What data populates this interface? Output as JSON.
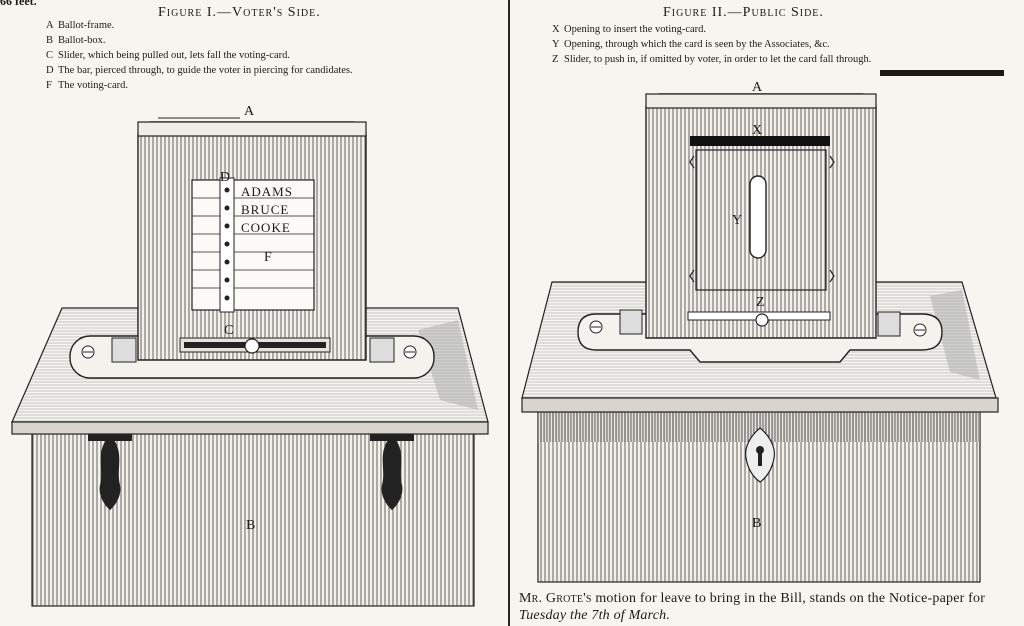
{
  "corner_text": "66 feet.",
  "figure1": {
    "title": "Figure I.—Voter's Side.",
    "legend": [
      {
        "key": "A",
        "text": "Ballot-frame."
      },
      {
        "key": "B",
        "text": "Ballot-box."
      },
      {
        "key": "C",
        "text": "Slider, which being pulled out, lets fall the voting-card."
      },
      {
        "key": "D",
        "text": "The bar, pierced through, to guide the voter in piercing for candidates."
      },
      {
        "key": "F",
        "text": "The voting-card."
      }
    ],
    "labels": {
      "a": "A",
      "b": "B",
      "c": "C",
      "d": "D",
      "f": "F"
    },
    "candidates": [
      "ADAMS",
      "BRUCE",
      "COOKE"
    ]
  },
  "figure2": {
    "title": "Figure II.—Public Side.",
    "legend": [
      {
        "key": "X",
        "text": "Opening to insert the voting-card."
      },
      {
        "key": "Y",
        "text": "Opening, through which the card is seen by the Associates, &c."
      },
      {
        "key": "Z",
        "text": "Slider, to push in, if omitted by voter, in order to let the card fall through."
      }
    ],
    "labels": {
      "a": "A",
      "b": "B",
      "x": "X",
      "y": "Y",
      "z": "Z"
    }
  },
  "footer": {
    "name": "Mr. Grote's",
    "text": " motion for leave to bring in the Bill, stands on the Notice-paper for ",
    "date": "Tuesday the 7th of March."
  }
}
